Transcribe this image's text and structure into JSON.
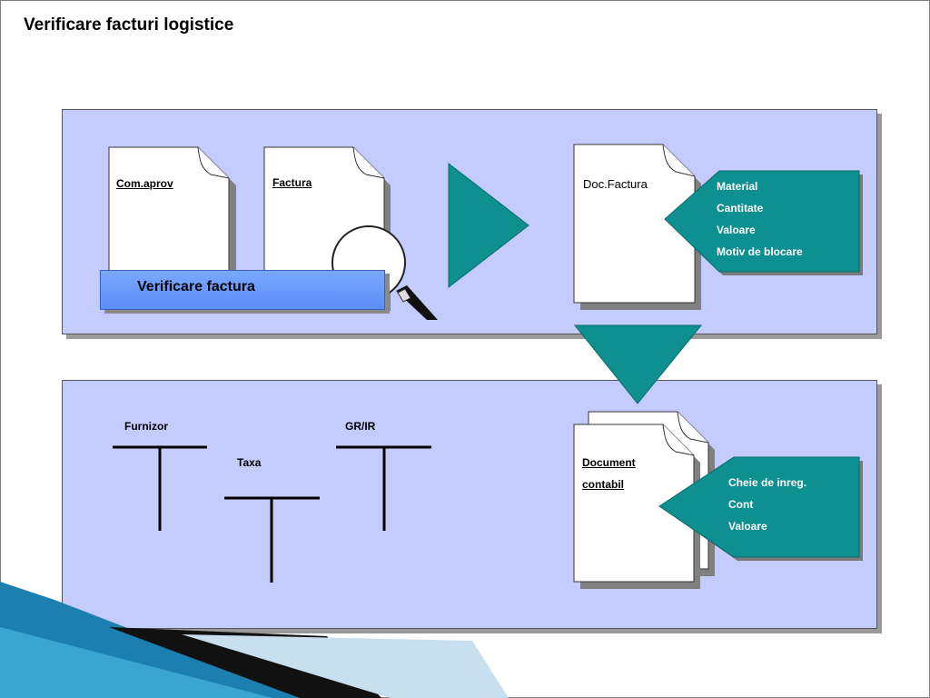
{
  "title": "Verificare facturi logistice",
  "top_panel": {
    "doc_com_aprov": "Com.aprov",
    "doc_factura": "Factura",
    "verification_bar": "Verificare factura",
    "doc_factura_result": "Doc.Factura",
    "callout_items": [
      "Material",
      "Cantitate",
      "Valoare",
      "Motiv de blocare"
    ]
  },
  "bottom_panel": {
    "t_accounts": [
      "Furnizor",
      "Taxa",
      "GR/IR"
    ],
    "document_title_line1": "Document",
    "document_title_line2": "contabil",
    "callout_items": [
      "Cheie de inreg.",
      "Cont",
      "Valoare"
    ]
  },
  "colors": {
    "panel_fill": "#c4ccfe",
    "teal": "#0e9090",
    "bar_blue": "#6a9bfc"
  }
}
